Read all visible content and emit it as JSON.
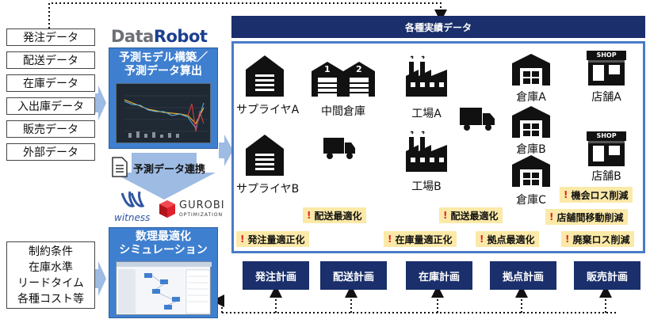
{
  "inputs": [
    "発注データ",
    "配送データ",
    "在庫データ",
    "入出庫データ",
    "販売データ",
    "外部データ"
  ],
  "constraints": [
    "制約条件",
    "在庫水準",
    "リードタイム",
    "各種コスト等"
  ],
  "datarobot": {
    "logo_data": "Data",
    "logo_robot": "Robot",
    "title": [
      "予測モデル構築／",
      "予測データ算出"
    ]
  },
  "link_label": "予測データ連携",
  "partners": {
    "witness": "witness",
    "gurobi": "GUROBI",
    "gurobi_sub": "OPTIMIZATION"
  },
  "optimization": {
    "title": [
      "数理最適化",
      "シミュレーション"
    ]
  },
  "header": "各種実績データ",
  "nodes": {
    "supplier_a": "サプライヤA",
    "supplier_b": "サプライヤB",
    "middle_wh": "中間倉庫",
    "factory_a": "工場A",
    "factory_b": "工場B",
    "wh_a": "倉庫A",
    "wh_b": "倉庫B",
    "wh_c": "倉庫C",
    "store_a": "店舗A",
    "store_b": "店舗B",
    "shop_sign": "SHOP",
    "wh_num1": "1",
    "wh_num2": "2"
  },
  "badges": {
    "order_qty": "発注量適正化",
    "delivery_1": "配送最適化",
    "inventory": "在庫量適正化",
    "delivery_2": "配送最適化",
    "base": "拠点最適化",
    "opportunity": "機会ロス削減",
    "transfer": "店舗間移動削減",
    "waste": "廃棄ロス削減"
  },
  "badge_mark": "!",
  "plans": [
    "発注計画",
    "配送計画",
    "在庫計画",
    "拠点計画",
    "販売計画"
  ],
  "colors": {
    "navy": "#1a2f6b",
    "blue": "#3f7fcf",
    "panel_border": "#4a7bc8",
    "badge": "#fbe9a8",
    "alert": "#e0202a",
    "gurobi_red": "#e0202a",
    "witness_blue": "#2f55a4"
  }
}
